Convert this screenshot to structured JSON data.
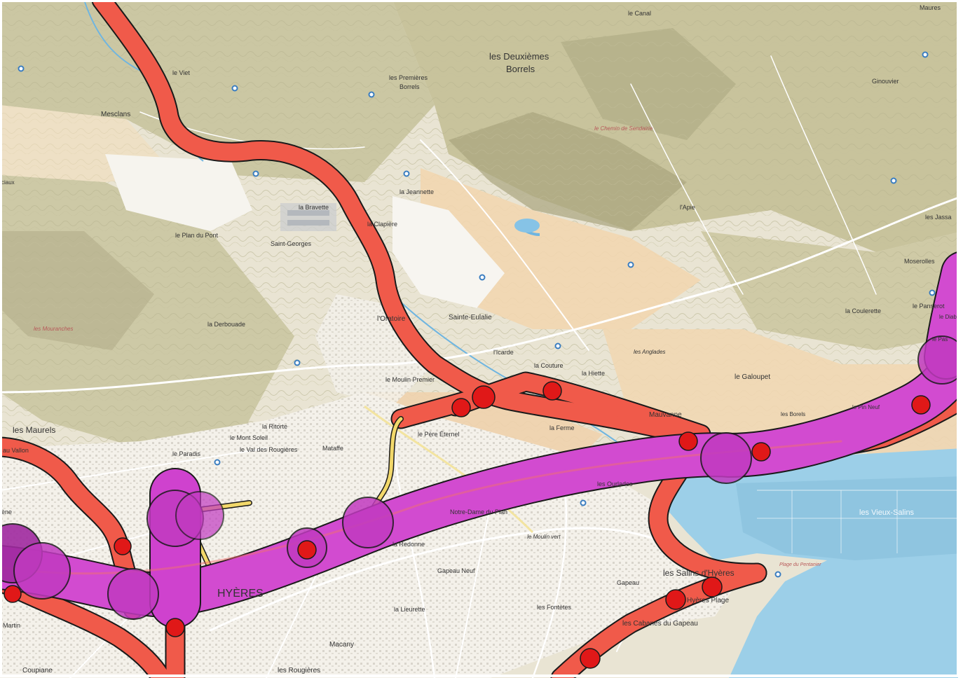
{
  "map": {
    "colors": {
      "land": "#e8e2cf",
      "relief": "#a9ab86",
      "urban": "#f2efe8",
      "agri": "#f3d7b2",
      "sea": "#9bd0ea",
      "road": "#ffffff",
      "corridor_red": "#f05a4a",
      "corridor_red_node": "#e01818",
      "corridor_magenta": "#e040e0",
      "corridor_magenta_node": "#c83ad0",
      "yellow_link": "#f0d060",
      "outline": "#1a1a1a"
    },
    "labels": {
      "deuxiemes_1": "les Deuxièmes",
      "deuxiemes_2": "Borrels",
      "premieres_1": "les Premières",
      "premieres_2": "Borrels",
      "mesclans": "Mesclans",
      "le_viet": "le Viet",
      "jeannette": "la Jeannette",
      "bravette": "la Bravette",
      "clapiere": "la Clapière",
      "plan_du_pont": "le Plan du Pont",
      "saint_georges": "Saint-Georges",
      "oratoire": "l'Oratoire",
      "sainte_eulalie": "Sainte-Eulalie",
      "icarde": "l'Icarde",
      "la_couture": "la Couture",
      "la_hiette": "la Hiette",
      "les_anglades": "les Anglades",
      "galoupet": "le Galoupet",
      "moulin_premier": "le Moulin Premier",
      "mauvanne": "Mauvanne",
      "pere_eternel": "le Père Éternel",
      "la_ferme": "la Ferme",
      "les_maurels": "les Maurels",
      "ritorte": "la Ritorte",
      "mont_soleil": "le Mont Soleil",
      "val_des_rougieres": "le Val des Rougières",
      "mataffe": "Mataffe",
      "le_paradis": "le Paradis",
      "hyeres": "HYÈRES",
      "notre_dame": "Notre-Dame du Plan",
      "redonne": "la Redonne",
      "moulin_vert": "le Moulin vert",
      "gapeau_neuf": "Gapeau Neuf",
      "gapeau": "Gapeau",
      "fontetes": "les Fontètes",
      "lieurette": "la Lieurette",
      "macany": "Macany",
      "rougieres": "les Rougières",
      "coupiane": "Coupiane",
      "martin": "Martin",
      "salins": "les Salins d'Hyères",
      "hyeres_plage": "Hyères Plage",
      "cabanes": "les Cabanes du Gapeau",
      "vieux_salins": "les Vieux-Salins",
      "plage_pesquiers": "Plage du Pentanier",
      "ginouvier": "Ginouvier",
      "maures": "Maures",
      "le_canal": "le Canal",
      "apie": "l'Apie",
      "jassa": "les Jassa",
      "moserolles": "Moserolles",
      "couterette": "la Coulerette",
      "panserot": "le Panserot",
      "pin_neuf": "le Pin Neuf",
      "les_borels": "les Borels",
      "mouranche": "les Mouranches",
      "le_diable": "le Diable",
      "le_pas": "le Pas",
      "chemin_serre": "le Chemin de Sendairie",
      "ciaux": "ciaux",
      "jne": "ène",
      "val_vallon": "au Vallon",
      "les_ourlades": "les Ourlades",
      "derbouane": "la Derbouade"
    }
  }
}
